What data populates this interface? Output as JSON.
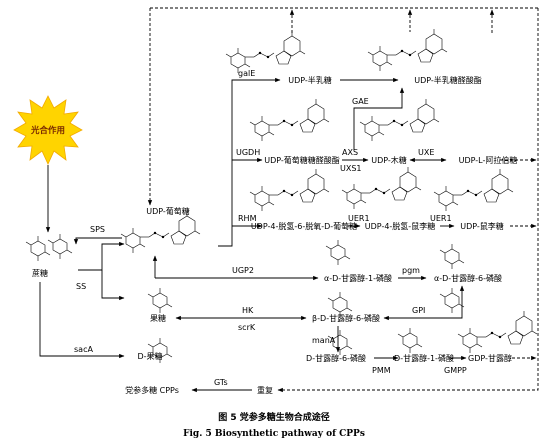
{
  "title": {
    "figure_cn": "图 5   党参多糖生物合成途径",
    "figure_en": "Fig. 5   Biosynthetic pathway of CPPs"
  },
  "start": {
    "photosynthesis": "光合作用"
  },
  "compounds": {
    "sucrose": "蔗糖",
    "udp_glucose": "UDP-葡萄糖",
    "udp_galactose": "UDP-半乳糖",
    "udp_galacturonic": "UDP-半乳糖醛酸酯",
    "udp_glucuronic": "UDP-葡萄糖糖醛酸酯",
    "udp_xylose": "UDP-木糖",
    "udp_arabinose": "UDP-L-阿拉伯糖",
    "udp_dehydro_glucose": "UDP-4-脱氢-6-脱氧-D-葡萄糖",
    "udp_dehydro_rhamnose": "UDP-4-脱氢-鼠李糖",
    "udp_rhamnose": "UDP-鼠李糖",
    "alpha_g1p": "α-D-甘露醇-1-磷酸",
    "alpha_g6p": "α-D-甘露醇-6-磷酸",
    "fructose_sugar": "果糖",
    "beta_f6p": "β-D-甘露醇-6-磷酸",
    "d_fructose": "D-果糖",
    "d_m6p": "D-甘露醇-6-磷酸",
    "d_m1p": "D-甘露醇-1-磷酸",
    "gdp_mannose": "GDP-甘露醇",
    "cpps": "党参多糖 CPPs",
    "reorg": "重复"
  },
  "enzymes": {
    "sps": "SPS",
    "ss": "SS",
    "sacA": "sacA",
    "galE": "galE",
    "gae": "GAE",
    "ugdh": "UGDH",
    "axs": "AXS",
    "uxs1": "UXS1",
    "uxe": "UXE",
    "rhm": "RHM",
    "uer1a": "UER1",
    "uer1b": "UER1",
    "ugp2": "UGP2",
    "pgm": "pgm",
    "hk": "HK",
    "scrk": "scrK",
    "gpi": "GPI",
    "manA": "manA",
    "pmm": "PMM",
    "gmpp": "GMPP",
    "gts": "GTs"
  },
  "colors": {
    "burst_fill": "#ffd400",
    "burst_edge": "#f2a900",
    "burst_text": "#7a2a00"
  }
}
